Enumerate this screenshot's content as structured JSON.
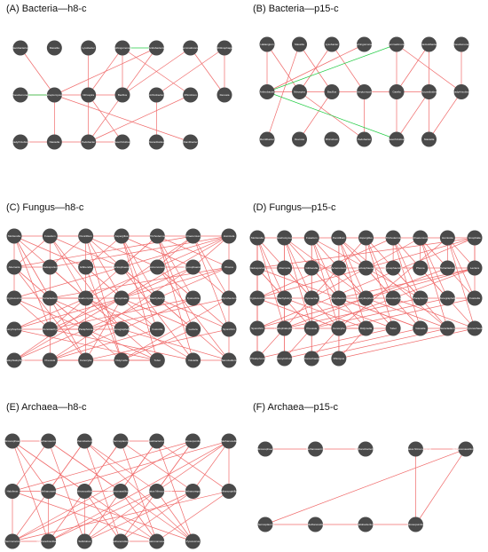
{
  "colors": {
    "node": "#4a4a4a",
    "positive_edge": "#f06b6b",
    "negative_edge": "#22cc44",
    "label_box": "#e6e6e6"
  },
  "panels": [
    {
      "id": "bacteria-h8",
      "title": "(A) Bacteria—h8-c",
      "rows": [
        7,
        7,
        6
      ],
      "node_labels": [
        "Flavobacterium",
        "Massilia",
        "Lysobacter",
        "Sphingomonas",
        "Acidobacteria",
        "Gemmatimonas",
        "Chitinophaga",
        "Pseudomonas",
        "Streptomyces",
        "Nitrospira",
        "Bacillus",
        "Arthrobacter",
        "Rhizobium",
        "Devosia",
        "Bradyrhizobium",
        "Niastella",
        "Pedobacter",
        "Mesorhizobium",
        "Nocardioides",
        "Ramlibacter"
      ],
      "positive_edges": [
        [
          0,
          8
        ],
        [
          3,
          10
        ],
        [
          3,
          9
        ],
        [
          3,
          12
        ],
        [
          4,
          8
        ],
        [
          4,
          16
        ],
        [
          5,
          13
        ],
        [
          6,
          11
        ],
        [
          6,
          13
        ],
        [
          7,
          10
        ],
        [
          8,
          15
        ],
        [
          8,
          19
        ],
        [
          9,
          17
        ],
        [
          11,
          18
        ],
        [
          2,
          16
        ],
        [
          14,
          17
        ],
        [
          5,
          10
        ],
        [
          12,
          16
        ]
      ],
      "negative_edges": [
        [
          3,
          4
        ],
        [
          7,
          8
        ]
      ]
    },
    {
      "id": "bacteria-p15",
      "title": "(B) Bacteria—p15-c",
      "rows": [
        7,
        7,
        6
      ],
      "node_labels": [
        "Haliangium",
        "Massilia",
        "Lysobacter",
        "Sphingomonas",
        "Gemmatimonas",
        "Flavisolibacter",
        "Pseudomonas",
        "Arthrobacter",
        "Nitrospira",
        "Bacillus",
        "Streptomyces",
        "Gaiella",
        "Nocardioides",
        "Bradyrhizobium",
        "Ramlibacter",
        "Devosia",
        "Rhizobium",
        "Pedobacter",
        "Mesorhizobium",
        "Niastella"
      ],
      "positive_edges": [
        [
          0,
          8
        ],
        [
          1,
          9
        ],
        [
          2,
          10
        ],
        [
          3,
          7
        ],
        [
          4,
          11
        ],
        [
          5,
          12
        ],
        [
          6,
          13
        ],
        [
          0,
          7
        ],
        [
          1,
          14
        ],
        [
          2,
          8
        ],
        [
          4,
          13
        ],
        [
          5,
          11
        ],
        [
          7,
          9
        ],
        [
          9,
          10
        ],
        [
          10,
          11
        ],
        [
          11,
          12
        ],
        [
          8,
          17
        ],
        [
          10,
          17
        ],
        [
          11,
          18
        ],
        [
          12,
          18
        ],
        [
          12,
          19
        ],
        [
          13,
          19
        ],
        [
          9,
          15
        ]
      ],
      "negative_edges": [
        [
          4,
          7
        ],
        [
          7,
          18
        ]
      ]
    },
    {
      "id": "fungus-h8",
      "title": "(C) Fungus—h8-c",
      "rows": [
        7,
        7,
        7,
        7,
        7
      ],
      "node_labels": [
        "Mortierella",
        "Fusarium",
        "Penicillium",
        "Aspergillus",
        "Trichoderma",
        "Chaetomium",
        "Humicola",
        "Alternaria",
        "Cladosporium",
        "Gibberella",
        "Plectosphaerella",
        "Acremonium",
        "Mycosphaerella",
        "Phoma",
        "Cryptococcus",
        "Tetracladium",
        "Guehomyces",
        "Exophiala",
        "Stachybotrys",
        "Ilyonectria",
        "Myrothecium",
        "Lecythophora",
        "Clonostachys",
        "Paraphoma",
        "Monographella",
        "Fusicolla",
        "Lectera",
        "Sporothrix",
        "Cladophialophora",
        "Preussia",
        "Conocybe",
        "Didymella",
        "Tuber",
        "Volutella",
        "Sarocladium"
      ],
      "positive_edges": [
        [
          0,
          8
        ],
        [
          0,
          9
        ],
        [
          0,
          15
        ],
        [
          0,
          22
        ],
        [
          0,
          30
        ],
        [
          1,
          7
        ],
        [
          1,
          10
        ],
        [
          1,
          16
        ],
        [
          1,
          24
        ],
        [
          1,
          29
        ],
        [
          2,
          8
        ],
        [
          2,
          11
        ],
        [
          2,
          17
        ],
        [
          2,
          23
        ],
        [
          2,
          31
        ],
        [
          3,
          9
        ],
        [
          3,
          12
        ],
        [
          3,
          18
        ],
        [
          3,
          25
        ],
        [
          3,
          32
        ],
        [
          4,
          10
        ],
        [
          4,
          13
        ],
        [
          4,
          19
        ],
        [
          4,
          26
        ],
        [
          4,
          33
        ],
        [
          5,
          11
        ],
        [
          5,
          7
        ],
        [
          5,
          20
        ],
        [
          5,
          27
        ],
        [
          5,
          28
        ],
        [
          6,
          12
        ],
        [
          6,
          8
        ],
        [
          6,
          14
        ],
        [
          6,
          21
        ],
        [
          6,
          34
        ],
        [
          7,
          15
        ],
        [
          7,
          23
        ],
        [
          7,
          30
        ],
        [
          8,
          16
        ],
        [
          8,
          24
        ],
        [
          8,
          32
        ],
        [
          9,
          17
        ],
        [
          9,
          25
        ],
        [
          9,
          31
        ],
        [
          10,
          18
        ],
        [
          10,
          26
        ],
        [
          10,
          33
        ],
        [
          11,
          19
        ],
        [
          11,
          27
        ],
        [
          11,
          34
        ],
        [
          12,
          20
        ],
        [
          12,
          22
        ],
        [
          12,
          29
        ],
        [
          13,
          21
        ],
        [
          13,
          15
        ],
        [
          13,
          28
        ],
        [
          14,
          17
        ],
        [
          14,
          22
        ],
        [
          14,
          32
        ],
        [
          15,
          24
        ],
        [
          15,
          31
        ],
        [
          16,
          25
        ],
        [
          16,
          33
        ],
        [
          17,
          26
        ],
        [
          17,
          30
        ],
        [
          18,
          27
        ],
        [
          18,
          34
        ],
        [
          19,
          22
        ],
        [
          19,
          29
        ],
        [
          20,
          23
        ],
        [
          20,
          31
        ],
        [
          21,
          24
        ],
        [
          21,
          32
        ],
        [
          22,
          33
        ],
        [
          23,
          30
        ],
        [
          24,
          34
        ],
        [
          25,
          29
        ],
        [
          26,
          31
        ],
        [
          27,
          30
        ],
        [
          28,
          32
        ],
        [
          0,
          1
        ],
        [
          1,
          2
        ],
        [
          2,
          3
        ],
        [
          3,
          4
        ],
        [
          4,
          5
        ],
        [
          5,
          6
        ],
        [
          7,
          8
        ],
        [
          9,
          10
        ],
        [
          11,
          12
        ],
        [
          15,
          16
        ],
        [
          17,
          18
        ],
        [
          22,
          23
        ],
        [
          29,
          30
        ],
        [
          31,
          32
        ],
        [
          33,
          34
        ],
        [
          0,
          14
        ],
        [
          6,
          28
        ],
        [
          2,
          26
        ],
        [
          4,
          22
        ]
      ],
      "negative_edges": []
    },
    {
      "id": "fungus-p15",
      "title": "(D) Fungus—p15-c",
      "rows": [
        9,
        9,
        9,
        9,
        4
      ],
      "node_labels": [
        "Mortierella",
        "Guehomyces",
        "Fusarium",
        "Penicillium",
        "Aspergillus",
        "Trichoderma",
        "Chaetomium",
        "Humicola",
        "Exophiala",
        "Cladosporium",
        "Alternaria",
        "Gibberella",
        "Acremonium",
        "Plectosphaerella",
        "Mycosphaerella",
        "Phoma",
        "Tetracladium",
        "Lectera",
        "Cryptococcus",
        "Stachybotrys",
        "Ilyonectria",
        "Myrothecium",
        "Lecythophora",
        "Clonostachys",
        "Paraphoma",
        "Monographella",
        "Fusicolla",
        "Sporothrix",
        "Cladophialophora",
        "Preussia",
        "Conocybe",
        "Didymella",
        "Tuber",
        "Volutella",
        "Sarocladium",
        "Pyrenochaeta",
        "Phialophora",
        "Gonytrichum",
        "Coniochaeta",
        "Rhizopus"
      ],
      "positive_edges": [
        [
          0,
          9
        ],
        [
          0,
          10
        ],
        [
          0,
          19
        ],
        [
          0,
          28
        ],
        [
          0,
          36
        ],
        [
          1,
          10
        ],
        [
          1,
          11
        ],
        [
          1,
          20
        ],
        [
          1,
          29
        ],
        [
          1,
          37
        ],
        [
          2,
          11
        ],
        [
          2,
          12
        ],
        [
          2,
          21
        ],
        [
          2,
          30
        ],
        [
          2,
          38
        ],
        [
          3,
          12
        ],
        [
          3,
          13
        ],
        [
          3,
          22
        ],
        [
          3,
          31
        ],
        [
          3,
          39
        ],
        [
          4,
          13
        ],
        [
          4,
          14
        ],
        [
          4,
          23
        ],
        [
          4,
          32
        ],
        [
          5,
          14
        ],
        [
          5,
          15
        ],
        [
          5,
          24
        ],
        [
          5,
          33
        ],
        [
          6,
          15
        ],
        [
          6,
          16
        ],
        [
          6,
          25
        ],
        [
          6,
          34
        ],
        [
          7,
          16
        ],
        [
          7,
          17
        ],
        [
          7,
          26
        ],
        [
          7,
          35
        ],
        [
          8,
          17
        ],
        [
          8,
          9
        ],
        [
          8,
          18
        ],
        [
          8,
          27
        ],
        [
          9,
          19
        ],
        [
          9,
          29
        ],
        [
          9,
          36
        ],
        [
          10,
          20
        ],
        [
          10,
          30
        ],
        [
          10,
          37
        ],
        [
          11,
          21
        ],
        [
          11,
          31
        ],
        [
          11,
          38
        ],
        [
          12,
          22
        ],
        [
          12,
          32
        ],
        [
          12,
          39
        ],
        [
          13,
          23
        ],
        [
          13,
          33
        ],
        [
          14,
          24
        ],
        [
          14,
          34
        ],
        [
          15,
          25
        ],
        [
          15,
          35
        ],
        [
          16,
          26
        ],
        [
          16,
          28
        ],
        [
          17,
          27
        ],
        [
          17,
          29
        ],
        [
          18,
          19
        ],
        [
          18,
          30
        ],
        [
          19,
          31
        ],
        [
          20,
          32
        ],
        [
          21,
          33
        ],
        [
          22,
          34
        ],
        [
          23,
          35
        ],
        [
          24,
          28
        ],
        [
          25,
          29
        ],
        [
          26,
          30
        ],
        [
          27,
          31
        ],
        [
          28,
          36
        ],
        [
          29,
          37
        ],
        [
          30,
          38
        ],
        [
          31,
          39
        ],
        [
          32,
          36
        ],
        [
          33,
          37
        ],
        [
          34,
          38
        ],
        [
          35,
          39
        ],
        [
          0,
          1
        ],
        [
          1,
          2
        ],
        [
          2,
          3
        ],
        [
          3,
          4
        ],
        [
          4,
          5
        ],
        [
          5,
          6
        ],
        [
          6,
          7
        ],
        [
          7,
          8
        ],
        [
          9,
          10
        ],
        [
          10,
          11
        ],
        [
          11,
          12
        ],
        [
          12,
          13
        ],
        [
          13,
          14
        ],
        [
          14,
          15
        ],
        [
          15,
          16
        ],
        [
          16,
          17
        ],
        [
          18,
          20
        ],
        [
          21,
          23
        ],
        [
          24,
          26
        ],
        [
          27,
          29
        ],
        [
          30,
          32
        ],
        [
          33,
          35
        ],
        [
          0,
          18
        ],
        [
          8,
          26
        ],
        [
          2,
          24
        ],
        [
          6,
          20
        ],
        [
          4,
          28
        ],
        [
          1,
          22
        ],
        [
          7,
          30
        ],
        [
          3,
          34
        ],
        [
          5,
          18
        ],
        [
          9,
          33
        ],
        [
          17,
          21
        ],
        [
          0,
          27
        ]
      ],
      "negative_edges": []
    },
    {
      "id": "archaea-h8",
      "title": "(E) Archaea—h8-c",
      "rows": [
        7,
        7,
        6
      ],
      "node_labels": [
        "Nitrososphaera",
        "Methanosarcina",
        "Methanobacterium",
        "Thermoplasma",
        "Halobacterium",
        "Nitrosopumilus",
        "Methanocella",
        "Haloferax",
        "Methanosaeta",
        "Nitrosocaldus",
        "Methanomassiliicoccus",
        "Candidatus Nitrocosmicus",
        "Methanoregula",
        "Methanospirillum",
        "Thermococcus",
        "Methanobrevibacter",
        "Sulfolobus",
        "Methanoculleus",
        "Natronomonas",
        "Pyrococcus"
      ],
      "positive_edges": [
        [
          0,
          8
        ],
        [
          0,
          9
        ],
        [
          0,
          15
        ],
        [
          0,
          18
        ],
        [
          1,
          7
        ],
        [
          1,
          10
        ],
        [
          1,
          16
        ],
        [
          1,
          19
        ],
        [
          2,
          8
        ],
        [
          2,
          11
        ],
        [
          2,
          14
        ],
        [
          2,
          17
        ],
        [
          3,
          9
        ],
        [
          3,
          12
        ],
        [
          3,
          15
        ],
        [
          3,
          18
        ],
        [
          4,
          10
        ],
        [
          4,
          13
        ],
        [
          4,
          16
        ],
        [
          4,
          19
        ],
        [
          5,
          11
        ],
        [
          5,
          7
        ],
        [
          5,
          14
        ],
        [
          5,
          17
        ],
        [
          6,
          12
        ],
        [
          6,
          8
        ],
        [
          6,
          15
        ],
        [
          6,
          16
        ],
        [
          7,
          14
        ],
        [
          7,
          18
        ],
        [
          8,
          15
        ],
        [
          8,
          19
        ],
        [
          9,
          16
        ],
        [
          9,
          17
        ],
        [
          10,
          14
        ],
        [
          10,
          18
        ],
        [
          11,
          15
        ],
        [
          11,
          19
        ],
        [
          12,
          16
        ],
        [
          12,
          17
        ],
        [
          13,
          14
        ],
        [
          13,
          18
        ],
        [
          7,
          8
        ],
        [
          9,
          10
        ],
        [
          11,
          12
        ],
        [
          0,
          1
        ],
        [
          3,
          4
        ],
        [
          14,
          15
        ],
        [
          17,
          18
        ],
        [
          2,
          19
        ],
        [
          6,
          13
        ]
      ],
      "negative_edges": []
    },
    {
      "id": "archaea-p15",
      "title": "(F) Archaea—p15-c",
      "rows": [
        5,
        4
      ],
      "node_labels": [
        "Nitrososphaera",
        "Methanosarcina",
        "Methanobacterium",
        "Candidatus Nitrocosmicus",
        "Methanomassiliicoccus",
        "Thermoplasma",
        "Methanocella",
        "Halobacterium",
        "Nitrosopumilus"
      ],
      "positive_edges": [
        [
          0,
          1
        ],
        [
          1,
          2
        ],
        [
          3,
          4
        ],
        [
          3,
          8
        ],
        [
          4,
          8
        ],
        [
          5,
          4
        ],
        [
          5,
          6
        ],
        [
          6,
          7
        ],
        [
          7,
          8
        ]
      ],
      "negative_edges": []
    }
  ]
}
